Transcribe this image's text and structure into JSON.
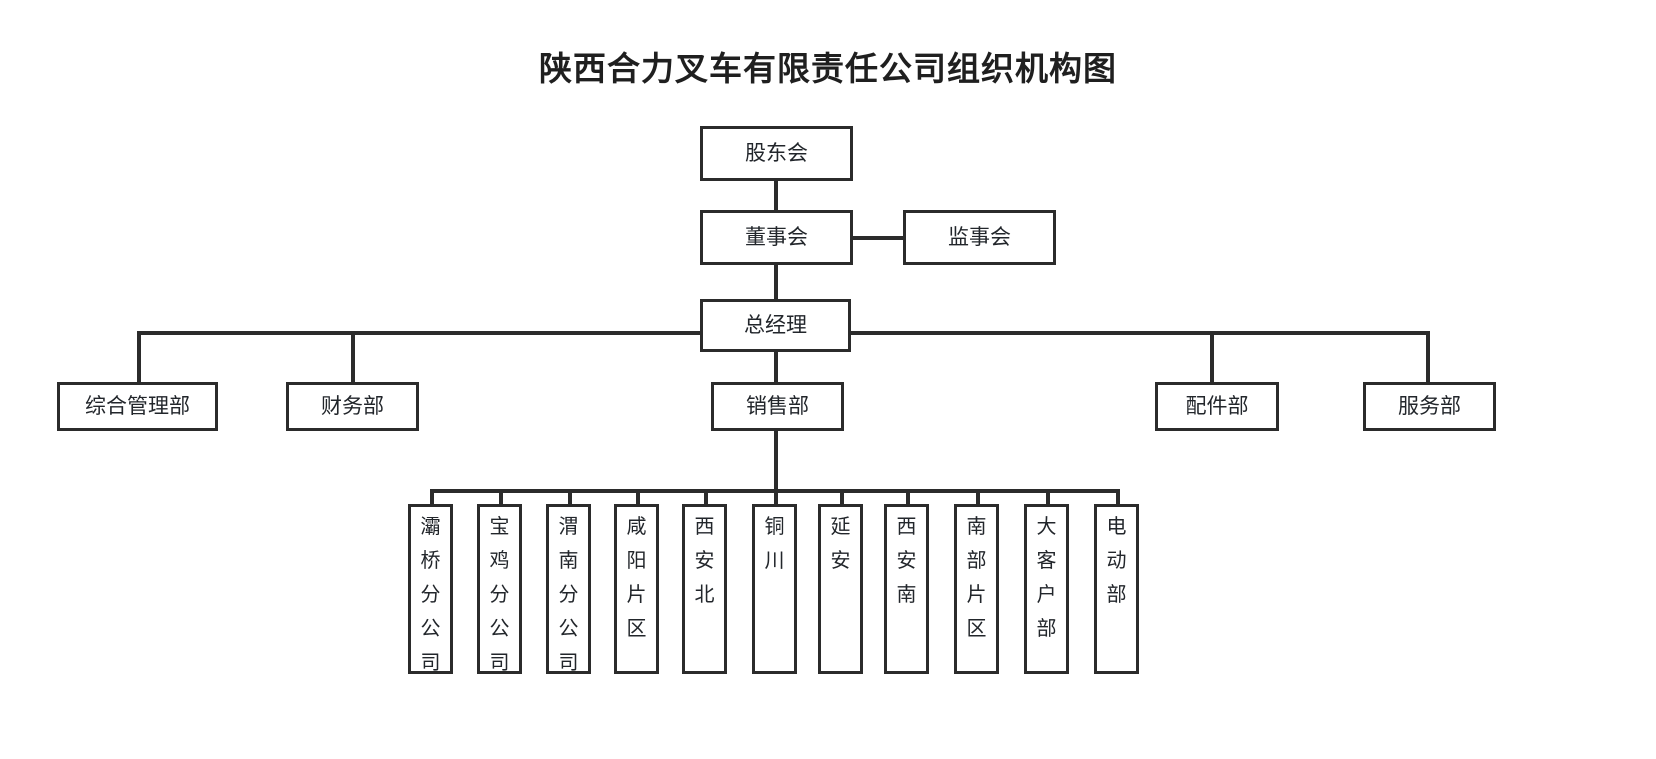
{
  "document": {
    "title": "陕西合力叉车有限责任公司组织机构图",
    "type": "organizational-chart",
    "language": "zh-CN"
  },
  "theme": {
    "background": "#ffffff",
    "box_border": "#2b2b2b",
    "box_fill": "#ffffff",
    "text": "#22262b",
    "title_text": "#1f1f1f",
    "connector": "#2b2b2b"
  },
  "nodes": {
    "shareholders": {
      "label": "股东会"
    },
    "board": {
      "label": "董事会"
    },
    "supervisors": {
      "label": "监事会"
    },
    "general_manager": {
      "label": "总经理"
    }
  },
  "departments": [
    {
      "id": "general-admin",
      "label": "综合管理部"
    },
    {
      "id": "finance",
      "label": "财务部"
    },
    {
      "id": "sales",
      "label": "销售部"
    },
    {
      "id": "parts",
      "label": "配件部"
    },
    {
      "id": "service",
      "label": "服务部"
    }
  ],
  "sales_units": [
    {
      "id": "bachiao-branch",
      "label": "灞桥分公司",
      "chars": [
        "灞",
        "桥",
        "分",
        "公",
        "司"
      ]
    },
    {
      "id": "baoji-branch",
      "label": "宝鸡分公司",
      "chars": [
        "宝",
        "鸡",
        "分",
        "公",
        "司"
      ]
    },
    {
      "id": "weinan-branch",
      "label": "渭南分公司",
      "chars": [
        "渭",
        "南",
        "分",
        "公",
        "司"
      ]
    },
    {
      "id": "xianyang-area",
      "label": "咸阳片区",
      "chars": [
        "咸",
        "阳",
        "片",
        "区"
      ]
    },
    {
      "id": "xian-north",
      "label": "西安北",
      "chars": [
        "西",
        "安",
        "北"
      ]
    },
    {
      "id": "tongchuan",
      "label": "铜川",
      "chars": [
        "铜",
        "川"
      ]
    },
    {
      "id": "yanan",
      "label": "延安",
      "chars": [
        "延",
        "安"
      ]
    },
    {
      "id": "xian-south",
      "label": "西安南",
      "chars": [
        "西",
        "安",
        "南"
      ]
    },
    {
      "id": "south-area",
      "label": "南部片区",
      "chars": [
        "南",
        "部",
        "片",
        "区"
      ]
    },
    {
      "id": "key-accounts",
      "label": "大客户部",
      "chars": [
        "大",
        "客",
        "户",
        "部"
      ]
    },
    {
      "id": "electric",
      "label": "电动部",
      "chars": [
        "电",
        "动",
        "部"
      ]
    }
  ]
}
